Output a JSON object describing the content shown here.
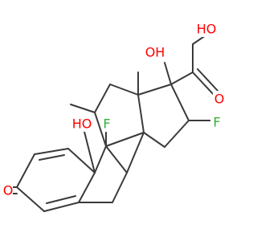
{
  "labels": {
    "oxo_3": "O",
    "oh_11": "HO",
    "oh_17": "OH",
    "oh_21": "HO",
    "oxo_20": "O",
    "f_9": "F",
    "f_16": "F",
    "me_10": "Me",
    "me_13": "Me"
  },
  "colors": {
    "bond": "#3a3a3a",
    "oxygen": "#ff0000",
    "fluorine": "#33b333",
    "background": "#ffffff"
  }
}
